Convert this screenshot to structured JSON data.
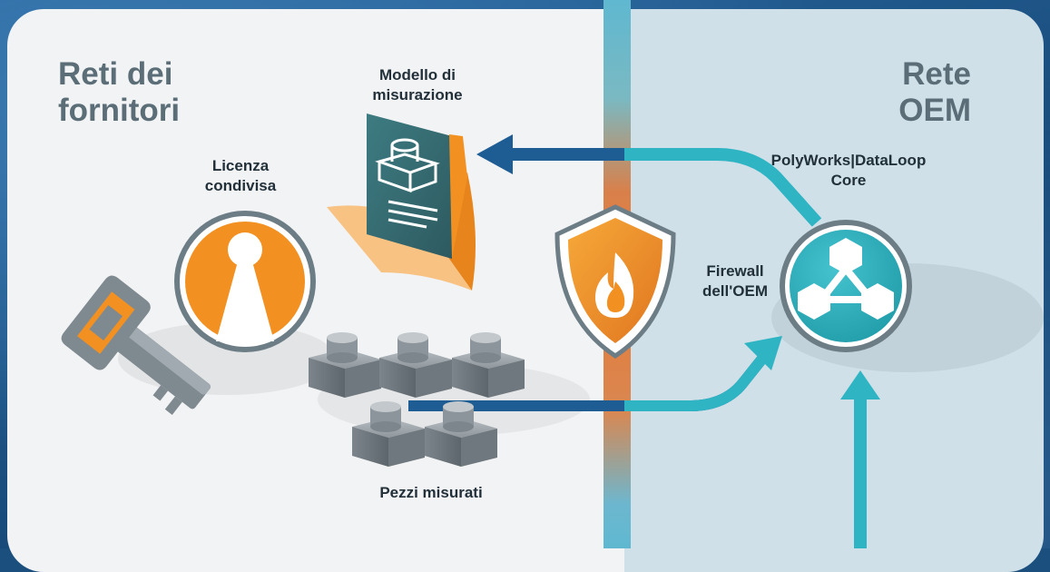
{
  "left_network": {
    "title_line1": "Reti dei",
    "title_line2": "fornitori"
  },
  "right_network": {
    "title_line1": "Rete",
    "title_line2": "OEM"
  },
  "measurement_model": {
    "line1": "Modello di",
    "line2": "misurazione"
  },
  "shared_license": {
    "line1": "Licenza",
    "line2": "condivisa"
  },
  "measured_parts": {
    "label": "Pezzi misurati"
  },
  "firewall": {
    "line1": "Firewall",
    "line2": "dell'OEM"
  },
  "core": {
    "line1": "PolyWorks|DataLoop",
    "line2": "Core"
  },
  "colors": {
    "arrow_dark_blue": "#1e5d94",
    "arrow_teal": "#2fb4c4",
    "orange": "#f29122",
    "slate_teal": "#3a6b6e"
  },
  "icons": [
    "key-license-icon",
    "document-folder-icon",
    "shield-fire-icon",
    "dataloop-core-icon",
    "measured-part-icon"
  ]
}
